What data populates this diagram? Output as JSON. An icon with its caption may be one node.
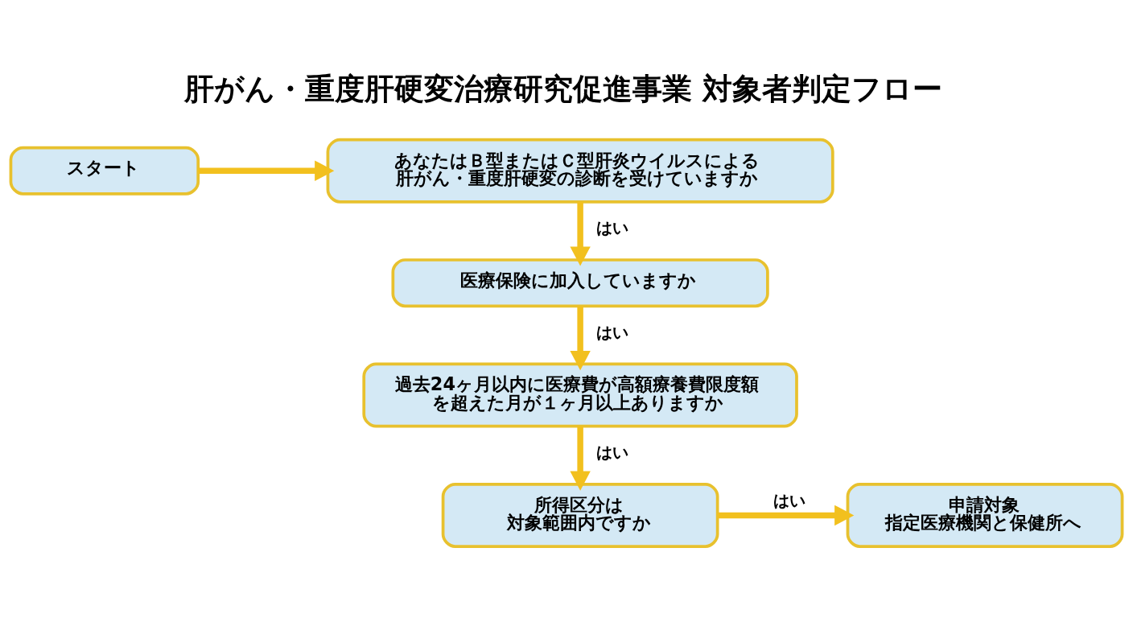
{
  "diagram": {
    "title": "肝がん・重度肝硬変治療研究促進事業 対象者判定フロー",
    "nodes": [
      {
        "text": [
          "スタート"
        ]
      },
      {
        "text": [
          "あなたはＢ型またはＣ型肝炎ウイルスによる肝がん・重度肝硬変の診断を受けていますか"
        ]
      },
      {
        "text": [
          "医療保険に加入していますか"
        ]
      },
      {
        "text": [
          "過去24ヶ月以内に医療費が高額療養費限度額を超えた月が１ヶ月以上ありますか"
        ]
      },
      {
        "text": [
          "所得区分は対象範囲内ですか"
        ]
      },
      {
        "text": [
          "申請対象",
          "指定医療機関と保健所へ"
        ]
      }
    ],
    "edges": [
      {
        "from": 0,
        "to": 1,
        "arrow": "to"
      },
      {
        "from": 1,
        "to": 2,
        "arrow": "to",
        "label": "はい"
      },
      {
        "from": 2,
        "to": 3,
        "arrow": "to",
        "label": "はい"
      },
      {
        "from": 3,
        "to": 4,
        "arrow": "to",
        "label": "はい"
      },
      {
        "from": 4,
        "to": 5,
        "arrow": "to",
        "label": "はい"
      }
    ]
  }
}
